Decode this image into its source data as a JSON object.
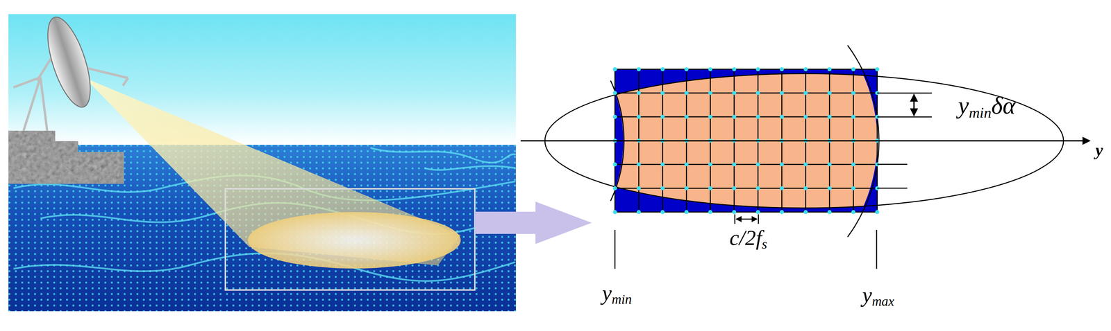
{
  "diagram": {
    "labels": [
      "yminδα",
      "y",
      "c/2fs",
      "ymin",
      "ymax"
    ]
  }
}
